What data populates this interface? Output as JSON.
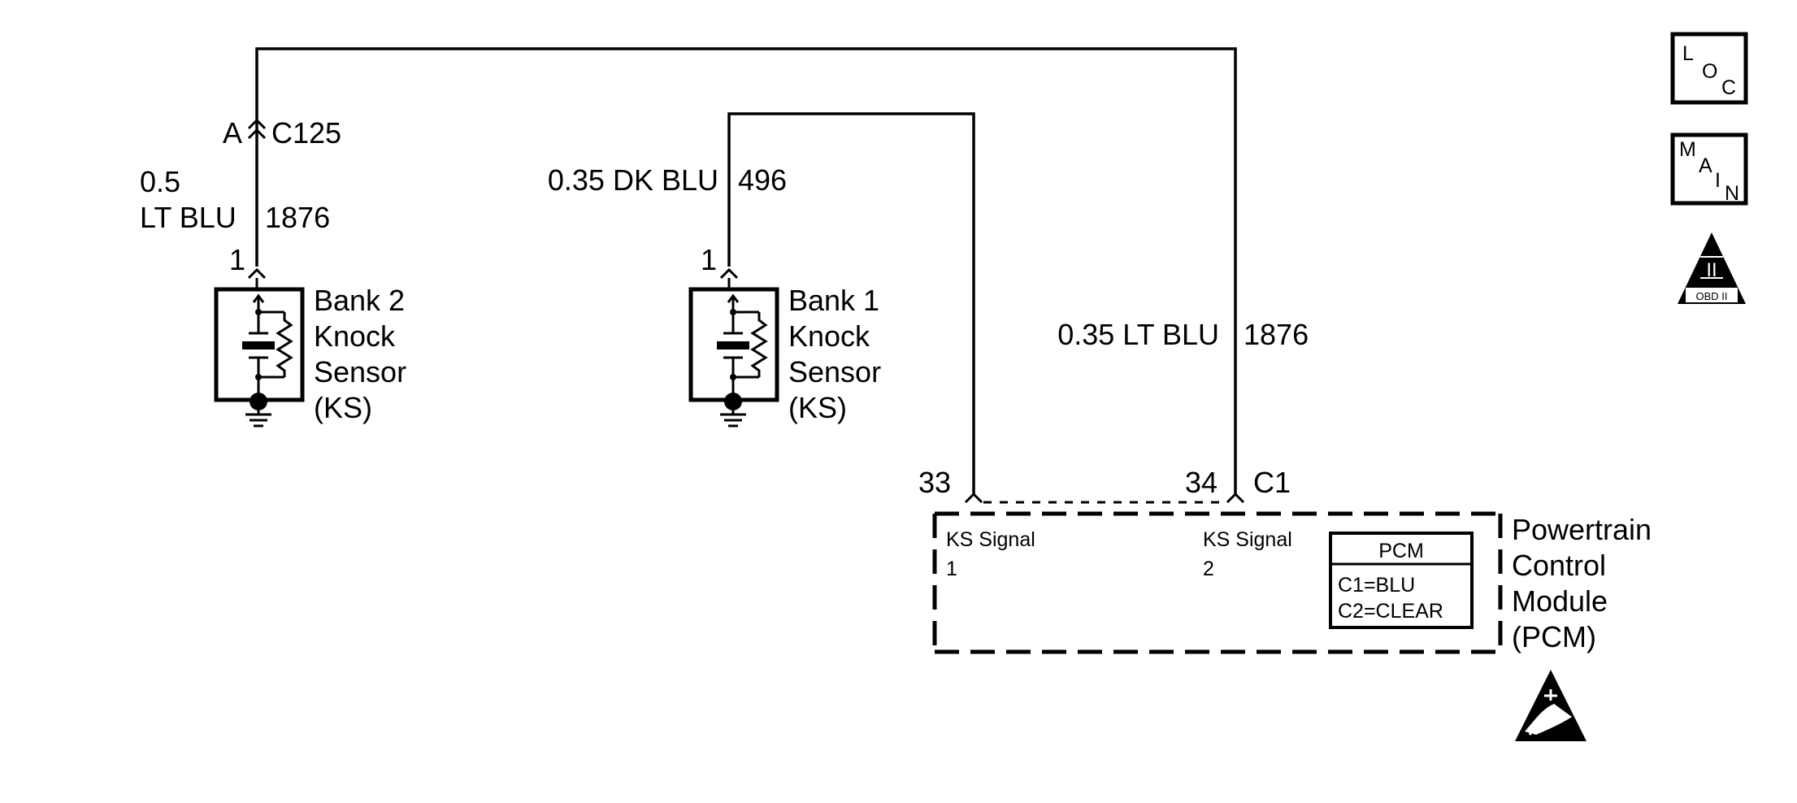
{
  "wires": {
    "bank2": {
      "gauge_label": "0.5",
      "color_label": "LT BLU",
      "circuit": "1876",
      "sensor_pin": "1"
    },
    "bank1": {
      "gauge_color_label": "0.35 DK BLU",
      "circuit": "496",
      "sensor_pin": "1"
    },
    "pcm_feed": {
      "gauge_color_label": "0.35 LT BLU",
      "circuit": "1876"
    }
  },
  "connector_c125": {
    "pin": "A",
    "name": "C125"
  },
  "sensors": {
    "bank2": {
      "lines": [
        "Bank 2",
        "Knock",
        "Sensor",
        "(KS)"
      ]
    },
    "bank1": {
      "lines": [
        "Bank 1",
        "Knock",
        "Sensor",
        "(KS)"
      ]
    }
  },
  "pcm": {
    "connector": "C1",
    "pin_a": "33",
    "pin_b": "34",
    "input1": {
      "label": "KS Signal",
      "number": "1"
    },
    "input2": {
      "label": "KS Signal",
      "number": "2"
    },
    "legend": {
      "title": "PCM",
      "line1": "C1=BLU",
      "line2": "C2=CLEAR"
    },
    "name_lines": [
      "Powertrain",
      "Control",
      "Module",
      "(PCM)"
    ]
  },
  "badges": {
    "loc": [
      "L",
      "O",
      "C"
    ],
    "main": [
      "M",
      "A",
      "I",
      "N"
    ],
    "obd": {
      "roman": "II",
      "label": "OBD II"
    }
  },
  "icons": {
    "esd": "esd-warning-icon",
    "ground": "ground-icon",
    "obd": "obd-ii-icon"
  }
}
